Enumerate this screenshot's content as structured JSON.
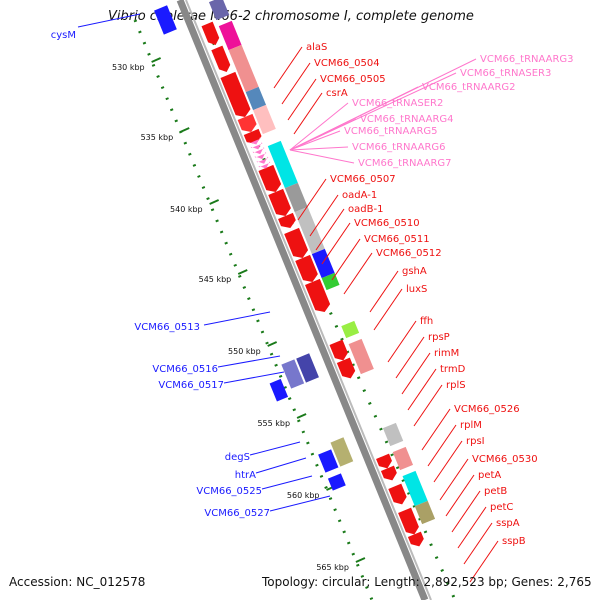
{
  "title": "Vibrio cholerae M66-2 chromosome I, complete genome",
  "accession": "Accession: NC_012578",
  "summary": "Topology: circular; Length: 2,892,523 bp; Genes: 2,765",
  "colors": {
    "backbone": "#888888",
    "reverse_genes": "#1a1aff",
    "forward_genes": "#ee1111",
    "trna": "#ff77cc",
    "tick": "#1a7a1a"
  },
  "scale_labels": [
    "530 kbp",
    "535 kbp",
    "540 kbp",
    "545 kbp",
    "550 kbp",
    "555 kbp",
    "560 kbp",
    "565 kbp"
  ],
  "left_genes": [
    "cysM",
    "VCM66_0513",
    "VCM66_0516",
    "VCM66_0517",
    "degS",
    "htrA",
    "VCM66_0525",
    "VCM66_0527"
  ],
  "right_genes": [
    "alaS",
    "VCM66_0504",
    "VCM66_0505",
    "csrA",
    "VCM66_0507",
    "oadA-1",
    "oadB-1",
    "VCM66_0510",
    "VCM66_0511",
    "VCM66_0512",
    "gshA",
    "luxS",
    "ffh",
    "rpsP",
    "rimM",
    "trmD",
    "rplS",
    "VCM66_0526",
    "rplM",
    "rpsI",
    "VCM66_0530",
    "petA",
    "petB",
    "petC",
    "sspA",
    "sspB"
  ],
  "trna_genes": [
    "VCM66_tRNAARG3",
    "VCM66_tRNASER3",
    "VCM66_tRNAARG2",
    "VCM66_tRNASER2",
    "VCM66_tRNAARG4",
    "VCM66_tRNAARG5",
    "VCM66_tRNAARG6",
    "VCM66_tRNAARG7"
  ]
}
